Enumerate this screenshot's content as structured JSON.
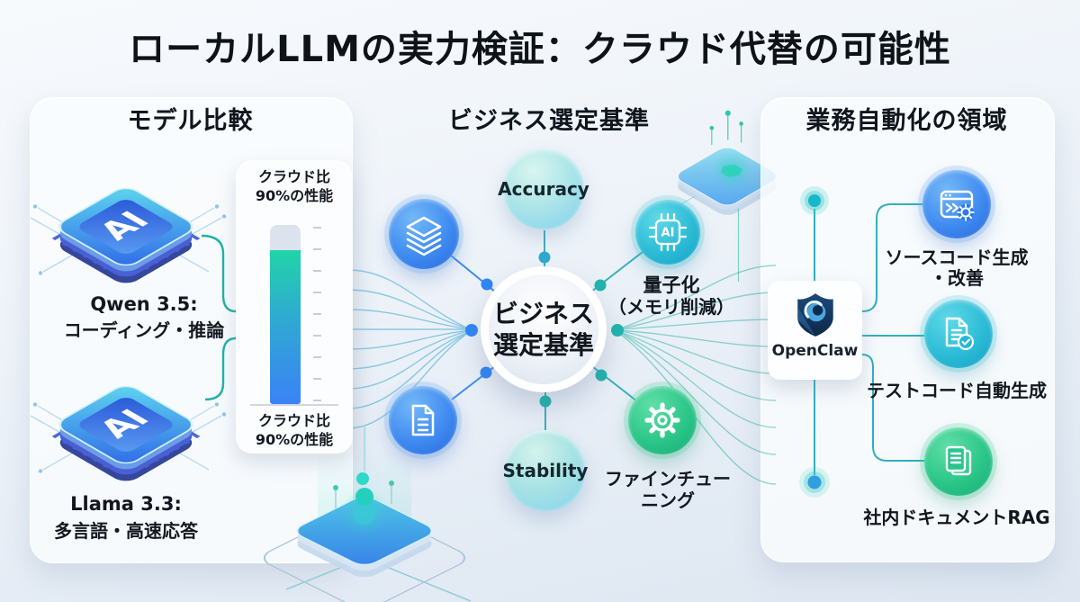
{
  "title": "ローカルLLMの実力検証：クラウド代替の可能性",
  "left_panel": {
    "heading": "モデル比較",
    "models": [
      {
        "chip_label": "AI",
        "name": "Qwen 3.5:",
        "desc": "コーディング・推論"
      },
      {
        "chip_label": "AI",
        "name": "Llama 3.3:",
        "desc": "多言語・高速応答"
      }
    ],
    "gauge": {
      "percent": 90,
      "top_label_line1": "クラウド比",
      "top_label_line2": "90%の性能",
      "bottom_label_line1": "クラウド比",
      "bottom_label_line2": "90%の性能"
    }
  },
  "center_panel": {
    "heading": "ビジネス選定基準",
    "hub": {
      "line1": "ビジネス",
      "line2": "選定基準"
    },
    "accuracy_label": "Accuracy",
    "stability_label": "Stability",
    "quantization": {
      "chip_text": "AI",
      "line1": "量子化",
      "line2": "（メモリ削減）"
    },
    "finetuning": {
      "line1": "ファインチュー",
      "line2": "ニング"
    },
    "icon_names": [
      "layers-icon",
      "ai-chip-icon",
      "document-icon",
      "gear-icon"
    ]
  },
  "right_panel": {
    "heading": "業務自動化の領域",
    "brand": {
      "name": "OpenClaw",
      "logo": "shield-swirl-icon"
    },
    "items": [
      {
        "icon": "code-window-gear-icon",
        "line1": "ソースコード生成",
        "line2": "・改善"
      },
      {
        "icon": "document-check-icon",
        "line1": "テストコード自動生成",
        "line2": ""
      },
      {
        "icon": "stacked-documents-icon",
        "line1": "社内ドキュメントRAG",
        "line2": ""
      }
    ]
  },
  "colors": {
    "accent_teal": "#1fb5ad",
    "accent_blue": "#2f86f6",
    "bar_top": "#21d4a8",
    "bar_bottom": "#3b82f6",
    "title_color": "#0d1319"
  }
}
